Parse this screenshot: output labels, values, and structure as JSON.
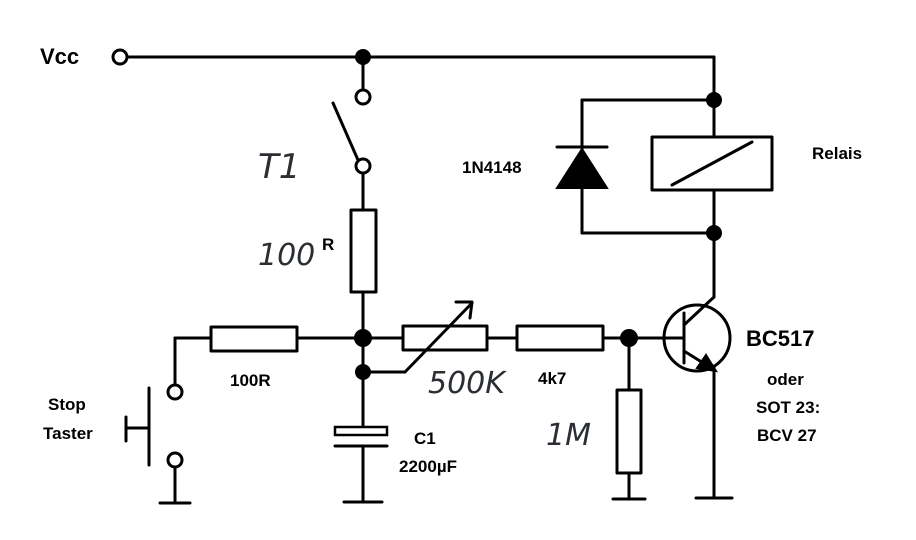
{
  "labels": {
    "vcc": "Vcc",
    "t1": "T1",
    "r_100r_top": "100",
    "r_100r_top_unit": "R",
    "r_100r_left": "100R",
    "pot": "500K",
    "r_4k7": "4k7",
    "r_1m": "1M",
    "stop_line1": "Stop",
    "stop_line2": "Taster",
    "c1": "C1",
    "c1_value": "2200µF",
    "diode": "1N4148",
    "relay": "Relais",
    "transistor": "BC517",
    "alt1": "oder",
    "alt2": "SOT 23:",
    "alt3": "BCV 27"
  }
}
